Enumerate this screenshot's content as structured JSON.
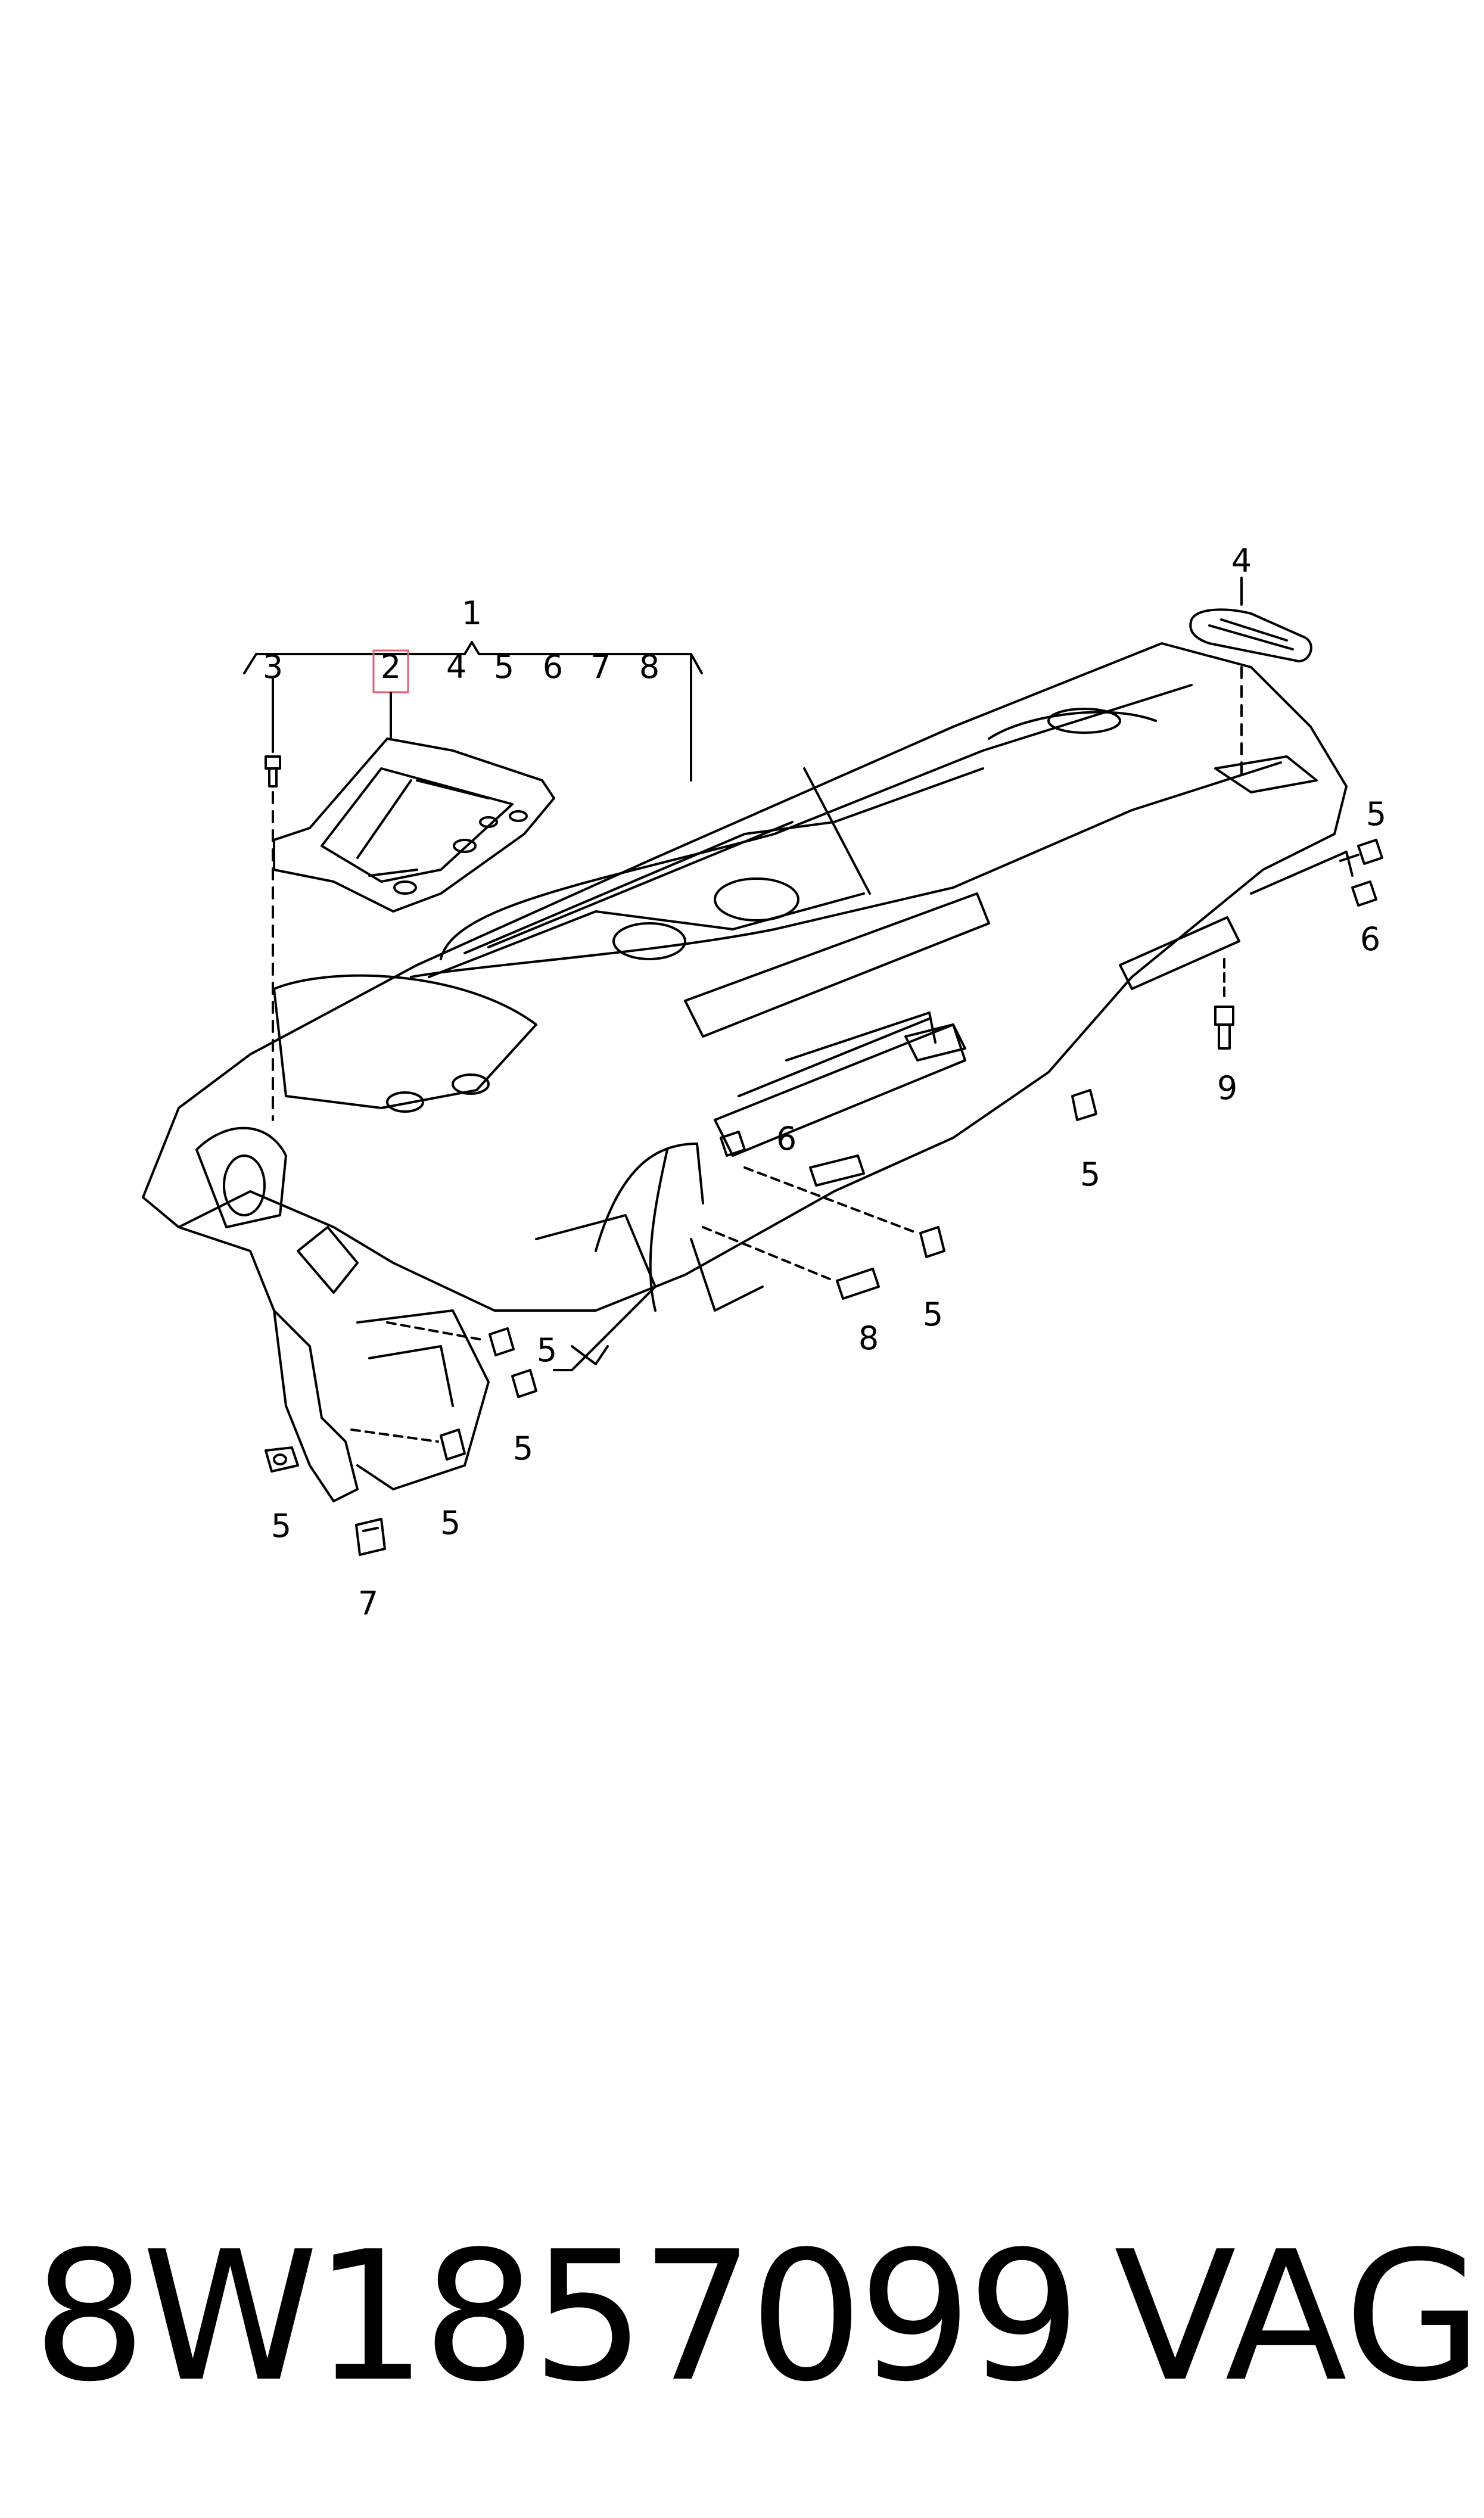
{
  "diagram": {
    "group_callout": "1",
    "group_members": [
      "3",
      "2",
      "4",
      "5",
      "6",
      "7",
      "8"
    ],
    "highlighted_callout": "2",
    "highlight_color": "#e06070",
    "callouts": {
      "c4_top": "4",
      "c5_right_top": "5",
      "c6_right": "6",
      "c9": "9",
      "c5_mid_right": "5",
      "c6_center": "6",
      "c5_center": "5",
      "c8": "8",
      "c5_left_a": "5",
      "c5_left_b": "5",
      "c5_left_c": "5",
      "c5_left_d": "5",
      "c7": "7"
    }
  },
  "footer": {
    "part_number": "8W1857099",
    "brand": "VAG"
  }
}
